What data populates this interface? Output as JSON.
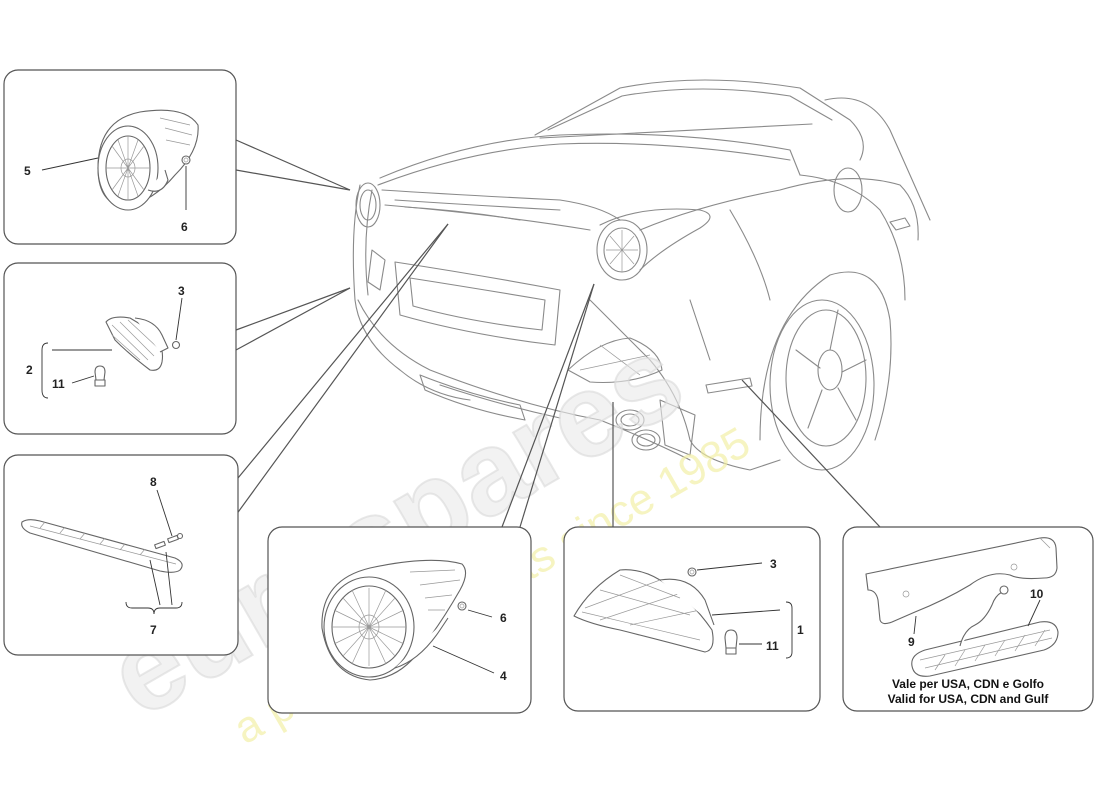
{
  "watermark": {
    "brand": "eurospares",
    "tagline": "a passion for parts since 1985"
  },
  "callouts": {
    "panel_1": {
      "n1": "5",
      "n2": "6"
    },
    "panel_2": {
      "n1": "3",
      "n2": "2",
      "n3": "11"
    },
    "panel_3": {
      "n1": "8",
      "n2": "7"
    },
    "panel_4": {
      "n1": "6",
      "n2": "4"
    },
    "panel_5": {
      "n1": "3",
      "n2": "1",
      "n3": "11"
    },
    "panel_6": {
      "n1": "10",
      "n2": "9"
    }
  },
  "notes": {
    "italian": "Vale per USA, CDN e Golfo",
    "english": "Valid for USA, CDN and Gulf"
  }
}
